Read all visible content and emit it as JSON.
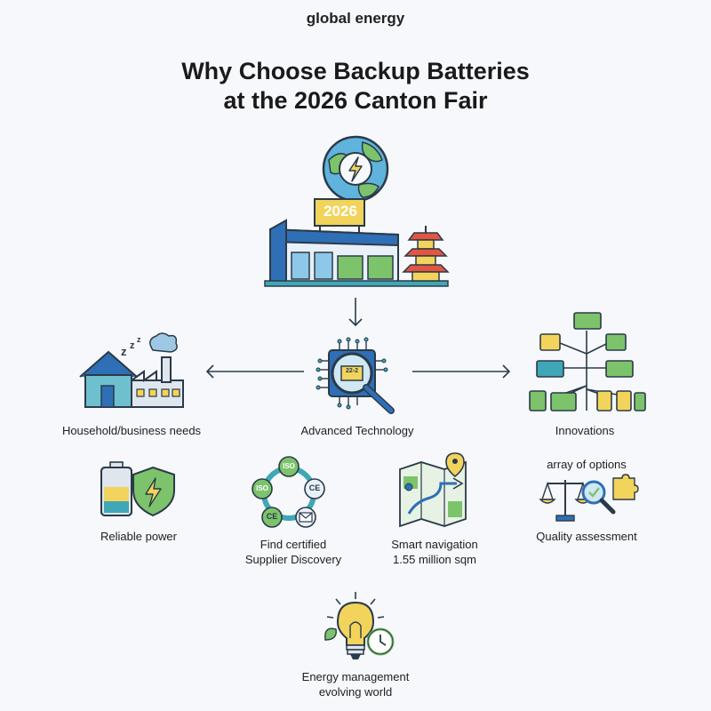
{
  "header": {
    "brand": "global energy",
    "title_line1": "Why Choose Backup Batteries",
    "title_line2": "at the 2026 Canton Fair"
  },
  "center": {
    "banner_text": "2026",
    "chip_text": "22-2"
  },
  "row1": {
    "left_label": "Household/business needs",
    "middle_label": "Advanced Technology",
    "right_label": "Innovations"
  },
  "row2": {
    "reliable_label": "Reliable power",
    "certified_line1": "Find certified",
    "certified_line2": "Supplier Discovery",
    "navigation_line1": "Smart navigation",
    "navigation_line2": "1.55 million sqm",
    "options_label": "array of options",
    "quality_label": "Quality assessment"
  },
  "badges": {
    "iso_top": "ISO",
    "iso_left": "ISO",
    "ce_right": "CE",
    "ce_bottom": "CE"
  },
  "bottom": {
    "line1": "Energy management",
    "line2": "evolving world"
  },
  "colors": {
    "blue": "#2f6fb5",
    "teal": "#3fa7b5",
    "green": "#7cc36b",
    "yellow": "#f2d45c",
    "outline": "#2b3a4a"
  }
}
